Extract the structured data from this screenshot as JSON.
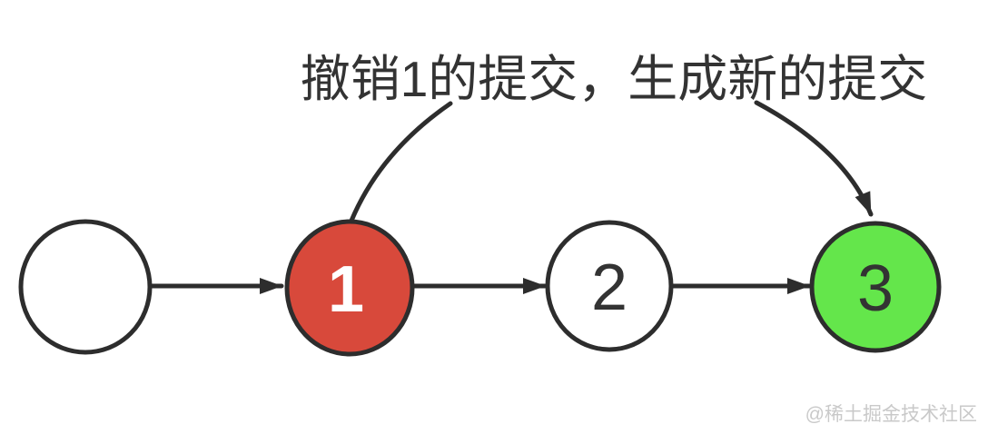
{
  "title": {
    "text": "撤销1的提交，生成新的提交"
  },
  "nodes": [
    {
      "id": "initial-commit",
      "label": "",
      "fill": "#ffffff",
      "label_color": "#333333"
    },
    {
      "id": "commit-1",
      "label": "1",
      "fill": "#d8493b",
      "label_color": "#ffffff"
    },
    {
      "id": "commit-2",
      "label": "2",
      "fill": "#ffffff",
      "label_color": "#333333"
    },
    {
      "id": "commit-3",
      "label": "3",
      "fill": "#64e64b",
      "label_color": "#333333"
    }
  ],
  "edges": [
    {
      "from": "initial-commit",
      "to": "commit-1",
      "type": "arrow"
    },
    {
      "from": "commit-1",
      "to": "commit-2",
      "type": "arrow"
    },
    {
      "from": "commit-2",
      "to": "commit-3",
      "type": "arrow"
    },
    {
      "from": "title",
      "to": "commit-1",
      "type": "curve"
    },
    {
      "from": "title",
      "to": "commit-3",
      "type": "curve-arrow"
    }
  ],
  "watermark": {
    "text": "@稀土掘金技术社区"
  },
  "colors": {
    "background": "#ffffff",
    "stroke": "#2d2d2d",
    "title_text": "#333333",
    "commit_red": "#d8493b",
    "commit_green": "#64e64b",
    "watermark": "#c9c9c9"
  }
}
